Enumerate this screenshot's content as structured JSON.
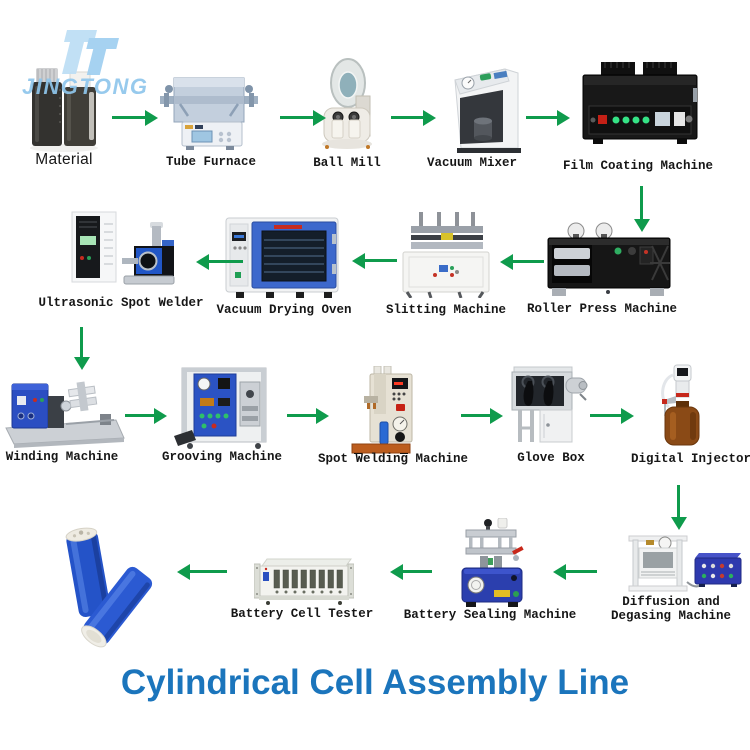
{
  "logo": {
    "text": "JINGTONG"
  },
  "title": {
    "text": "Cylindrical Cell Assembly Line"
  },
  "colors": {
    "arrow": "#0f9b4c",
    "title": "#1b75bc",
    "logo": "#8fc6ec"
  },
  "nodes": [
    {
      "id": "material",
      "label": "Material"
    },
    {
      "id": "tube-furnace",
      "label": "Tube Furnace"
    },
    {
      "id": "ball-mill",
      "label": "Ball Mill"
    },
    {
      "id": "vacuum-mixer",
      "label": "Vacuum Mixer"
    },
    {
      "id": "film-coating-machine",
      "label": "Film Coating Machine"
    },
    {
      "id": "roller-press-machine",
      "label": "Roller Press Machine"
    },
    {
      "id": "slitting-machine",
      "label": "Slitting Machine"
    },
    {
      "id": "vacuum-drying-oven",
      "label": "Vacuum Drying Oven"
    },
    {
      "id": "ultrasonic-spot-welder",
      "label": "Ultrasonic Spot Welder"
    },
    {
      "id": "winding-machine",
      "label": "Winding Machine"
    },
    {
      "id": "grooving-machine",
      "label": "Grooving Machine"
    },
    {
      "id": "spot-welding-machine",
      "label": "Spot Welding Machine"
    },
    {
      "id": "glove-box",
      "label": "Glove Box"
    },
    {
      "id": "digital-injector",
      "label": "Digital Injector"
    },
    {
      "id": "diffusion-degasing-machine",
      "label_line1": "Diffusion and",
      "label_line2": "Degasing Machine"
    },
    {
      "id": "battery-sealing-machine",
      "label": "Battery Sealing Machine"
    },
    {
      "id": "battery-cell-tester",
      "label": "Battery Cell Tester"
    },
    {
      "id": "finished-batteries",
      "label": ""
    }
  ]
}
